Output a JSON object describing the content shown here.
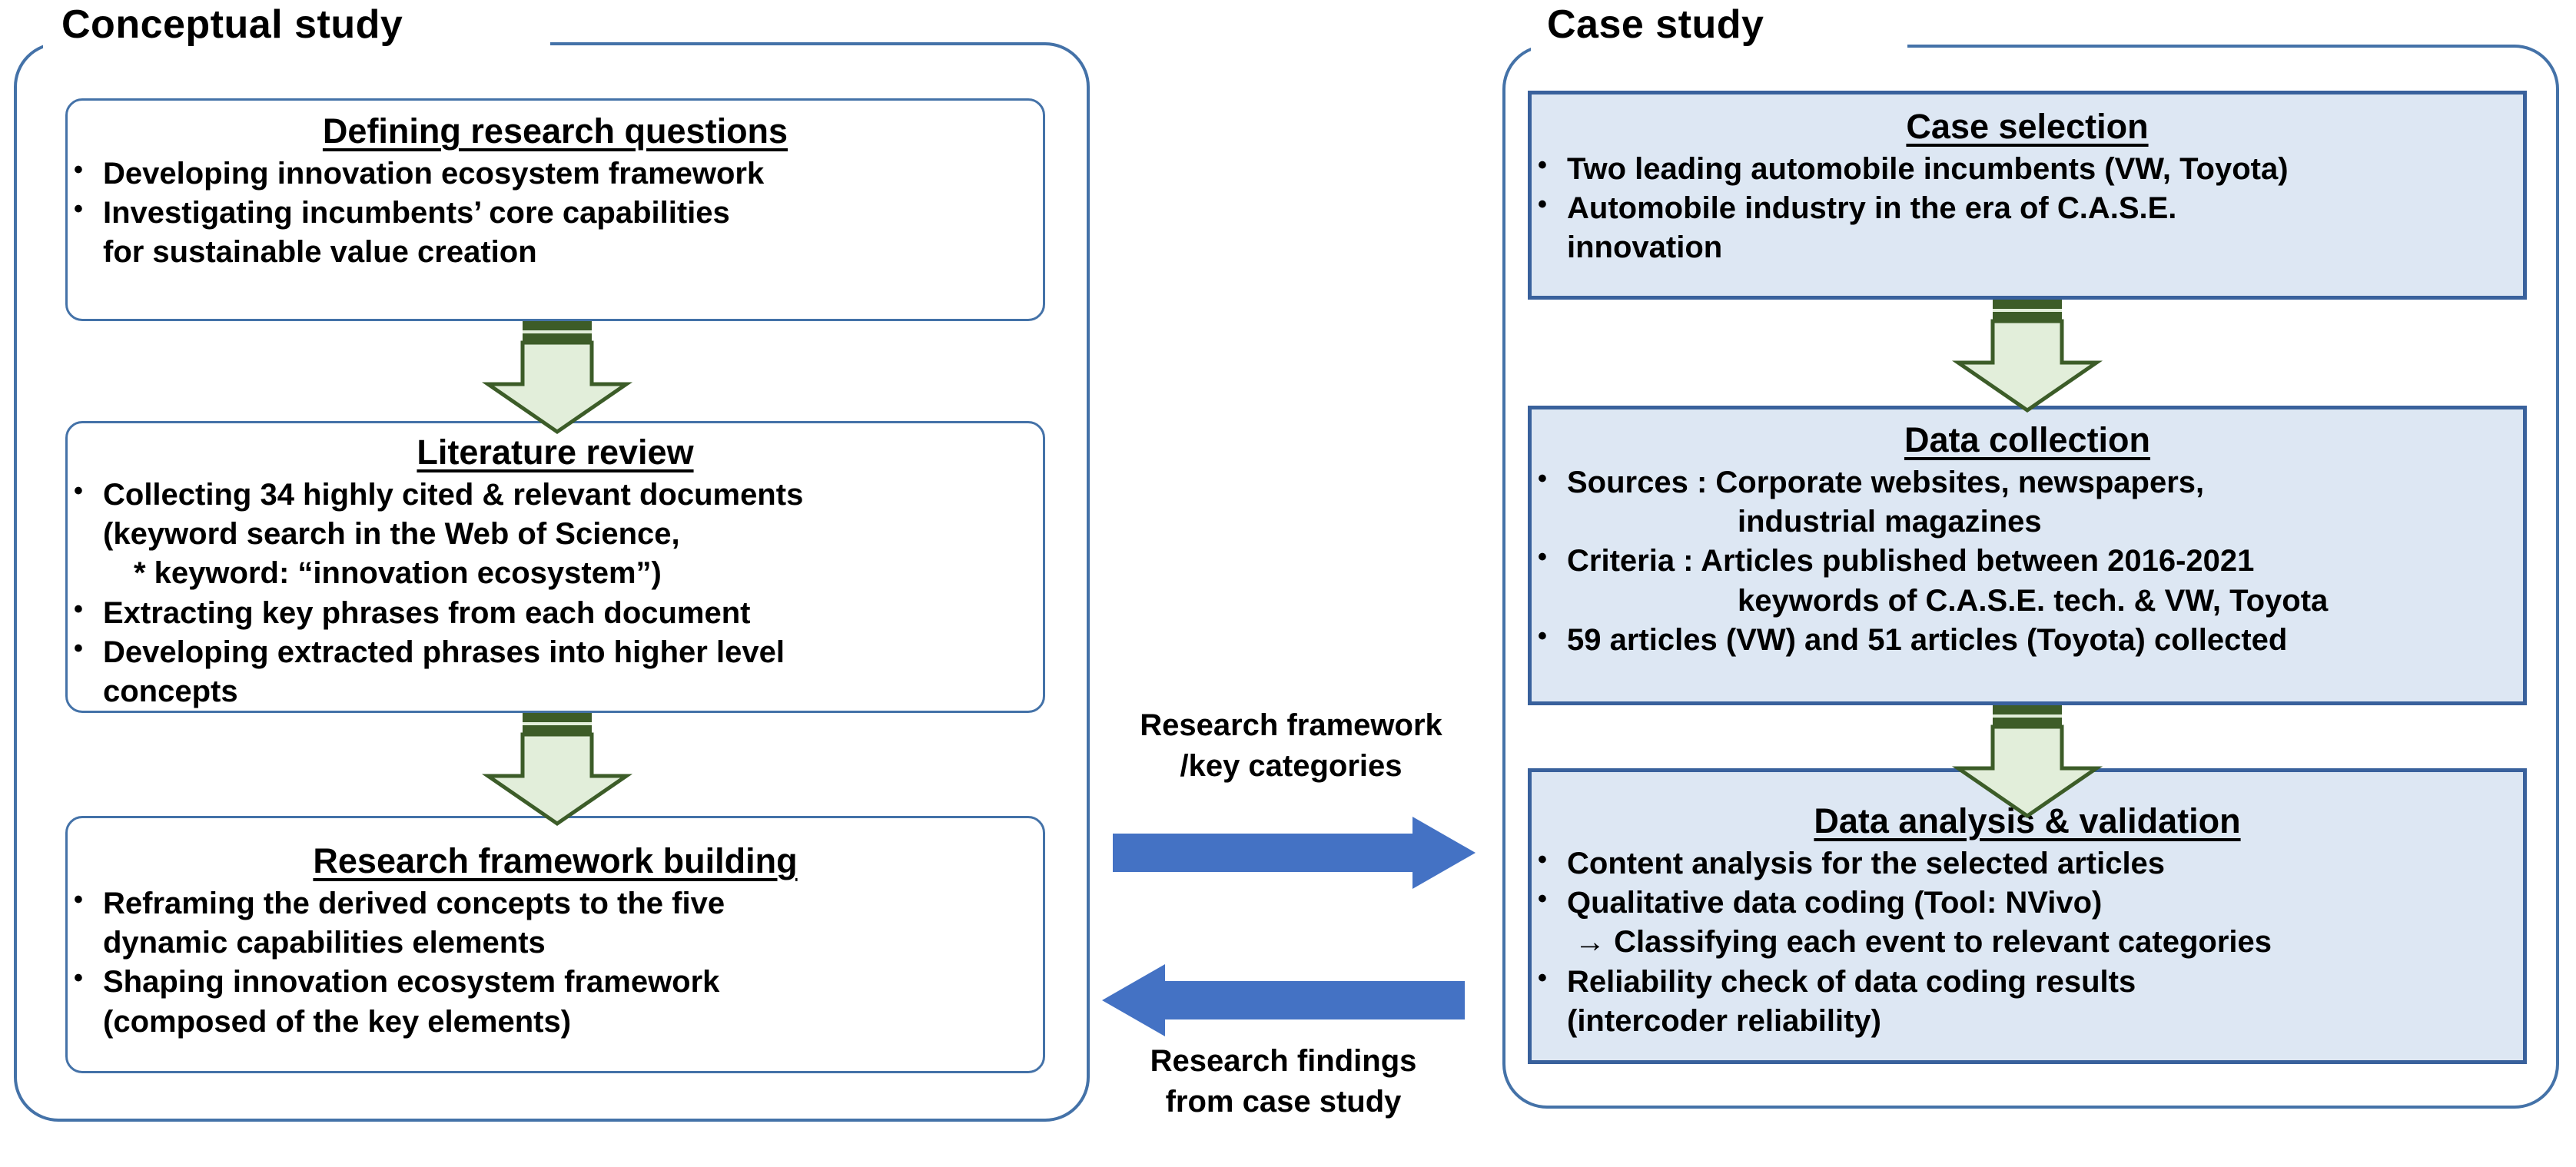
{
  "colors": {
    "outer_border": "#4472a8",
    "left_box_border": "#4472a8",
    "left_box_fill": "#ffffff",
    "right_box_border": "#39619c",
    "right_box_fill": "#dde7f3",
    "green_arrow_fill": "#e2eeda",
    "green_arrow_stroke": "#3c5c28",
    "green_arrow_tab": "#3d5c28",
    "blue_arrow_fill": "#4472c4",
    "text": "#000000"
  },
  "panels": {
    "left": {
      "title": "Conceptual study"
    },
    "right": {
      "title": "Case study"
    }
  },
  "left_steps": [
    {
      "id": "defining-research-questions",
      "title": "Defining research questions",
      "lines": [
        {
          "text": "Developing innovation ecosystem framework",
          "bullet": true,
          "indent": 0
        },
        {
          "text": "Investigating incumbents’ core capabilities",
          "bullet": true,
          "indent": 0
        },
        {
          "text": "for sustainable value creation",
          "bullet": false,
          "indent": 0
        }
      ]
    },
    {
      "id": "literature-review",
      "title": "Literature review",
      "lines": [
        {
          "text": "Collecting 34 highly cited & relevant documents",
          "bullet": true,
          "indent": 0
        },
        {
          "text": "(keyword search in the Web of Science,",
          "bullet": false,
          "indent": 0
        },
        {
          "text": "* keyword: “innovation ecosystem”)",
          "bullet": false,
          "indent": 1
        },
        {
          "text": "Extracting key phrases from each document",
          "bullet": true,
          "indent": 0
        },
        {
          "text": "Developing extracted phrases into higher level",
          "bullet": true,
          "indent": 0
        },
        {
          "text": "concepts",
          "bullet": false,
          "indent": 0
        }
      ]
    },
    {
      "id": "research-framework-building",
      "title": "Research framework building",
      "lines": [
        {
          "text": "Reframing the derived concepts to the five",
          "bullet": true,
          "indent": 0
        },
        {
          "text": "dynamic capabilities elements",
          "bullet": false,
          "indent": 0
        },
        {
          "text": "Shaping innovation ecosystem framework",
          "bullet": true,
          "indent": 0
        },
        {
          "text": "(composed of the key elements)",
          "bullet": false,
          "indent": 0
        }
      ]
    }
  ],
  "right_steps": [
    {
      "id": "case-selection",
      "title": "Case selection",
      "lines": [
        {
          "text": "Two leading automobile incumbents (VW, Toyota)",
          "bullet": true,
          "indent": 0
        },
        {
          "text": "Automobile industry in the era of C.A.S.E.",
          "bullet": true,
          "indent": 0
        },
        {
          "text": "innovation",
          "bullet": false,
          "indent": 0
        }
      ]
    },
    {
      "id": "data-collection",
      "title": "Data collection",
      "lines": [
        {
          "text": "Sources : Corporate websites, newspapers,",
          "bullet": true,
          "indent": 0
        },
        {
          "text": "industrial magazines",
          "bullet": false,
          "indent": 2
        },
        {
          "text": "Criteria : Articles published between 2016-2021",
          "bullet": true,
          "indent": 0
        },
        {
          "text": "keywords of C.A.S.E. tech. & VW, Toyota",
          "bullet": false,
          "indent": 2
        },
        {
          "text": "59 articles (VW) and 51 articles (Toyota) collected",
          "bullet": true,
          "indent": 0
        }
      ]
    },
    {
      "id": "data-analysis-validation",
      "title": "Data analysis & validation",
      "lines": [
        {
          "text": "Content analysis for the selected articles",
          "bullet": true,
          "indent": 0
        },
        {
          "text": "Qualitative data coding (Tool: NVivo)",
          "bullet": true,
          "indent": 0
        },
        {
          "text": "→ Classifying each event to relevant categories",
          "bullet": false,
          "indent": 3
        },
        {
          "text": "Reliability check of data coding results",
          "bullet": true,
          "indent": 0
        },
        {
          "text": "(intercoder reliability)",
          "bullet": false,
          "indent": 0
        }
      ]
    }
  ],
  "center": {
    "top_label": "Research framework\n/key categories",
    "bottom_label": "Research findings\nfrom case study",
    "arrow_right_name": "forward-arrow",
    "arrow_left_name": "feedback-arrow"
  },
  "flow_arrows": {
    "left_1_label": "down-arrow",
    "left_2_label": "down-arrow",
    "right_1_label": "down-arrow",
    "right_2_label": "down-arrow"
  }
}
